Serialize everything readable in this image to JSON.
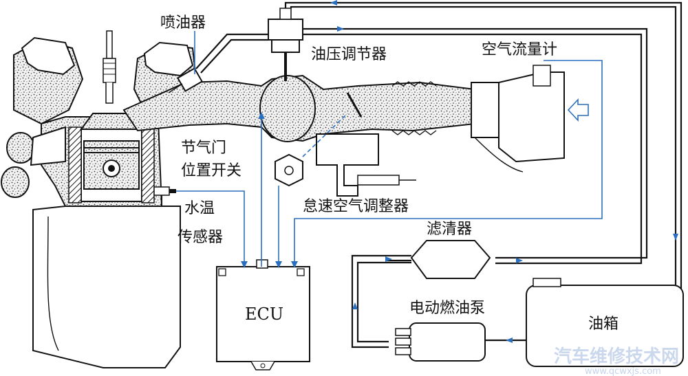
{
  "labels": {
    "injector": "喷油器",
    "pressure_regulator": "油压调节器",
    "air_flow_meter": "空气流量计",
    "throttle_switch_line1": "节气门",
    "throttle_switch_line2": "位置开关",
    "idle_air_control": "怠速空气调整器",
    "coolant_sensor_line1": "水温",
    "coolant_sensor_line2": "传感器",
    "filter": "滤清器",
    "ecu": "ECU",
    "fuel_pump": "电动燃油泵",
    "fuel_tank": "油箱"
  },
  "watermark": {
    "cn": "汽车维修技术网",
    "url": "www.qcwxjs.com"
  },
  "colors": {
    "signal_line": "#2a6fbe",
    "pipe": "#111111",
    "watermark": "#9fb7e0"
  }
}
